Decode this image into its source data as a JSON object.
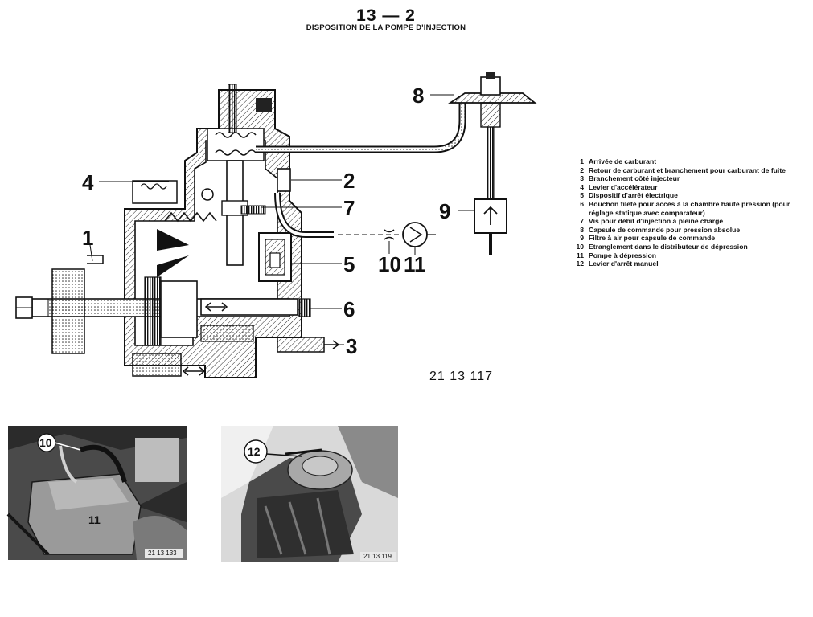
{
  "header": {
    "page_number": "13 — 2",
    "title": "DISPOSITION DE LA POMPE D'INJECTION"
  },
  "figure_code": "21 13 117",
  "callouts": [
    "1",
    "2",
    "3",
    "4",
    "5",
    "6",
    "7",
    "8",
    "9",
    "10",
    "11",
    "12"
  ],
  "legend": [
    {
      "num": "1",
      "text": "Arrivée de carburant"
    },
    {
      "num": "2",
      "text": "Retour de carburant et branchement pour carburant de fuite"
    },
    {
      "num": "3",
      "text": "Branchement côté injecteur"
    },
    {
      "num": "4",
      "text": "Levier d'accélérateur"
    },
    {
      "num": "5",
      "text": "Dispositif d'arrêt électrique"
    },
    {
      "num": "6",
      "text": "Bouchon fileté pour accès à la chambre haute pression (pour réglage statique avec comparateur)"
    },
    {
      "num": "7",
      "text": "Vis pour débit d'injection à pleine charge"
    },
    {
      "num": "8",
      "text": "Capsule de commande pour pression absolue"
    },
    {
      "num": "9",
      "text": "Filtre à air pour capsule de commande"
    },
    {
      "num": "10",
      "text": "Etranglement dans le distributeur de dépression"
    },
    {
      "num": "11",
      "text": "Pompe à dépression"
    },
    {
      "num": "12",
      "text": "Levier d'arrêt manuel"
    }
  ],
  "photos": [
    {
      "labels": [
        "10",
        "11"
      ],
      "code": "21 13 133"
    },
    {
      "labels": [
        "12"
      ],
      "code": "21 13 119"
    }
  ]
}
